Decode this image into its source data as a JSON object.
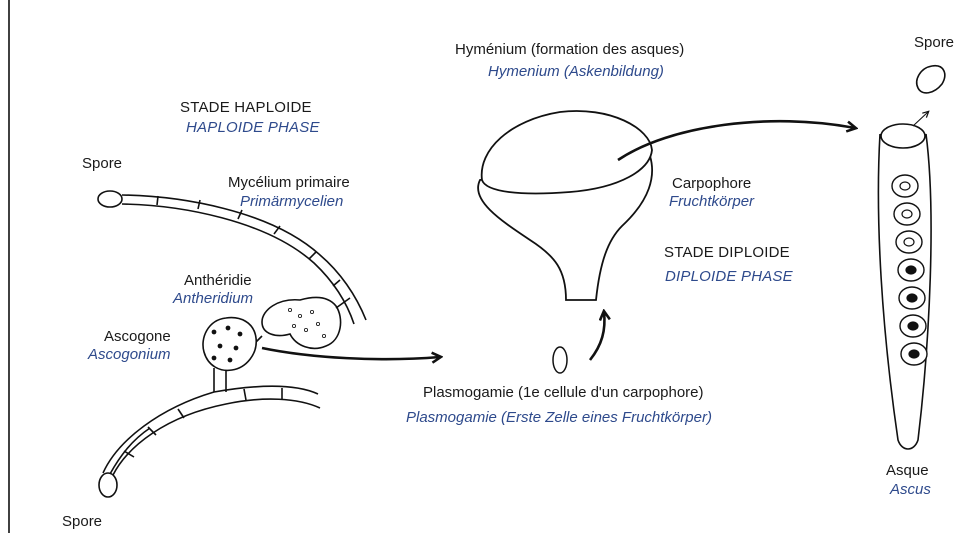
{
  "haploid": {
    "fr": "STADE HAPLOIDE",
    "de": "HAPLOIDE PHASE"
  },
  "diploid": {
    "fr": "STADE DIPLOIDE",
    "de": "DIPLOIDE PHASE"
  },
  "spore_top": "Spore",
  "spore_bottom": "Spore",
  "spore_right": "Spore",
  "mycelium": {
    "fr": "Mycélium primaire",
    "de": "Primärmycelien"
  },
  "antheridium": {
    "fr": "Anthéridie",
    "de": "Antheridium"
  },
  "ascogonium": {
    "fr": "Ascogone",
    "de": "Ascogonium"
  },
  "hymenium": {
    "fr": "Hyménium (formation des asques)",
    "de": "Hymenium (Askenbildung)"
  },
  "carpophore": {
    "fr": "Carpophore",
    "de": "Fruchtkörper"
  },
  "plasmogamy": {
    "fr": "Plasmogamie (1e cellule d'un carpophore)",
    "de": "Plasmogamie (Erste Zelle eines Fruchtkörper)"
  },
  "ascus": {
    "fr": "Asque",
    "de": "Ascus"
  },
  "colors": {
    "line": "#111111",
    "german_text": "#2e4a8c"
  }
}
